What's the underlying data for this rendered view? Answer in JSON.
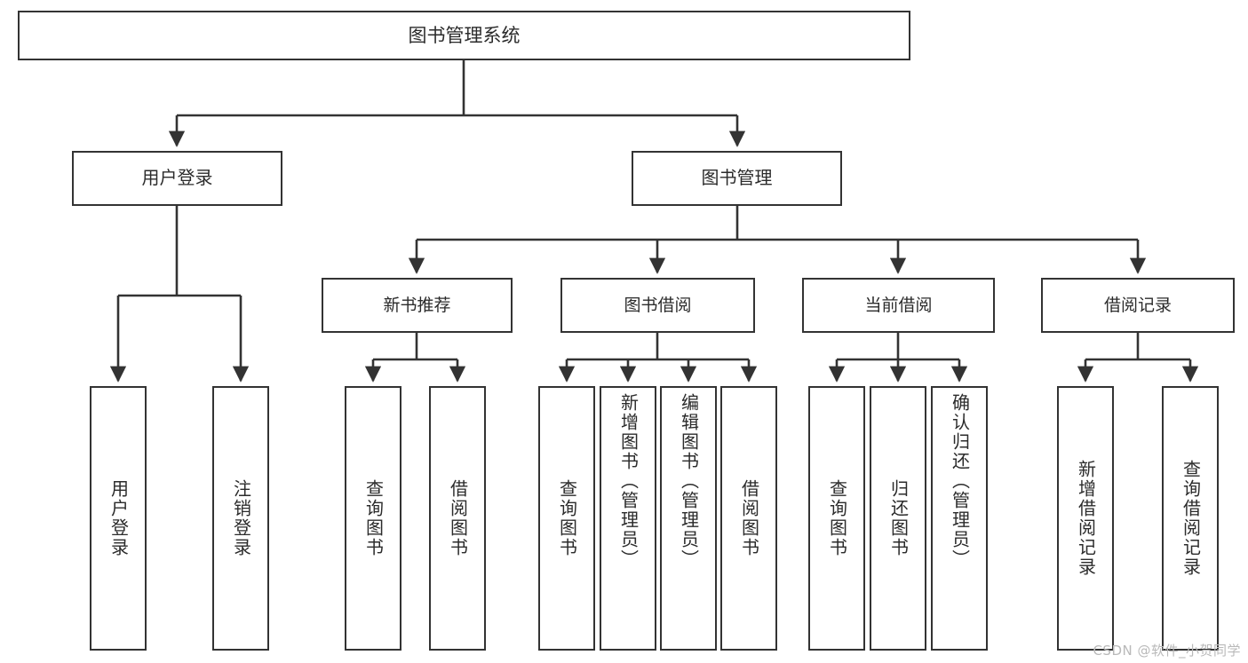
{
  "diagram": {
    "title": "图书管理系统",
    "type": "tree",
    "colors": {
      "background": "#ffffff",
      "node_border": "#333333",
      "node_fill": "#ffffff",
      "text": "#2b2b2b",
      "edge": "#333333",
      "watermark": "#b9b9b9"
    },
    "watermark": "CSDN @软件_小贺同学",
    "nodes": {
      "root": {
        "label": "图书管理系统"
      },
      "user_login": {
        "label": "用户登录"
      },
      "book_manage": {
        "label": "图书管理"
      },
      "new_book_rec": {
        "label": "新书推荐"
      },
      "book_borrow": {
        "label": "图书借阅"
      },
      "current_borrow": {
        "label": "当前借阅"
      },
      "borrow_record": {
        "label": "借阅记录"
      },
      "leaf_user_login": {
        "label": "用户登录"
      },
      "leaf_logout": {
        "label": "注销登录"
      },
      "leaf_query_book_1": {
        "label": "查询图书"
      },
      "leaf_borrow_book_1": {
        "label": "借阅图书"
      },
      "leaf_query_book_2": {
        "label": "查询图书"
      },
      "leaf_add_book": {
        "label": "新增图书（管理员）"
      },
      "leaf_edit_book": {
        "label": "编辑图书（管理员）"
      },
      "leaf_borrow_book_2": {
        "label": "借阅图书"
      },
      "leaf_query_book_3": {
        "label": "查询图书"
      },
      "leaf_return_book": {
        "label": "归还图书"
      },
      "leaf_confirm_return": {
        "label": "确认归还（管理员）"
      },
      "leaf_add_record": {
        "label": "新增借阅记录"
      },
      "leaf_query_record": {
        "label": "查询借阅记录"
      }
    }
  }
}
